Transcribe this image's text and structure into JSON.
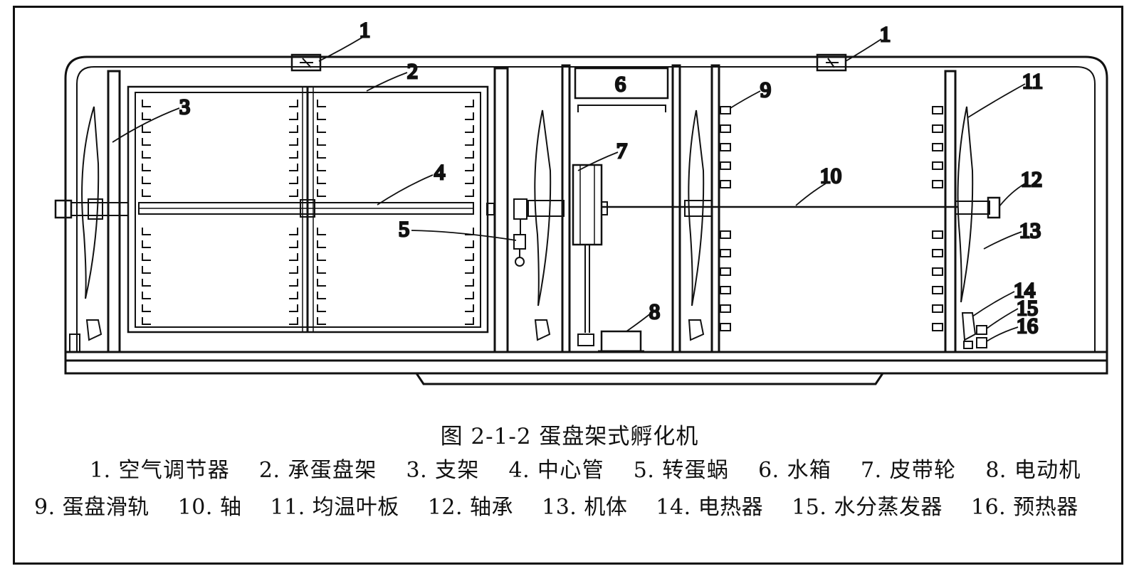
{
  "figure": {
    "caption": "图 2-1-2 蛋盘架式孵化机",
    "legend": [
      "1. 空气调节器",
      "2. 承蛋盘架",
      "3. 支架",
      "4. 中心管",
      "5. 转蛋蜗",
      "6. 水箱",
      "7. 皮带轮",
      "8. 电动机",
      "9. 蛋盘滑轨",
      "10. 轴",
      "11. 均温叶板",
      "12. 轴承",
      "13. 机体",
      "14. 电热器",
      "15. 水分蒸发器",
      "16. 预热器"
    ]
  },
  "callouts": [
    "1",
    "1",
    "2",
    "3",
    "4",
    "5",
    "6",
    "7",
    "8",
    "9",
    "10",
    "11",
    "12",
    "13",
    "14",
    "15",
    "16"
  ]
}
